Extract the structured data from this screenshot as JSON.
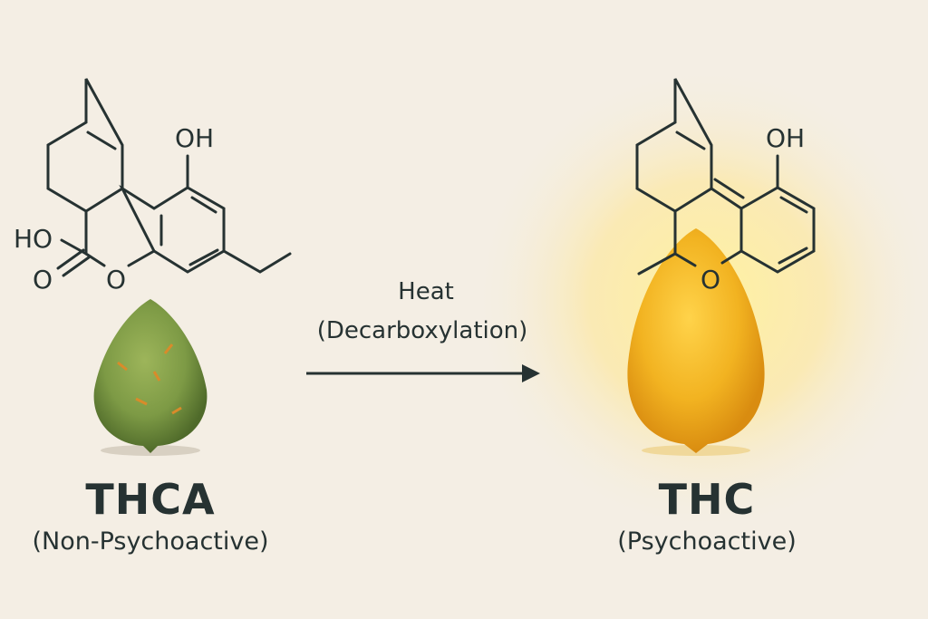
{
  "left": {
    "name": "THCA",
    "description": "(Non-Psychoactive)",
    "atoms": {
      "oh": "OH",
      "ho": "HO",
      "o_carbonyl": "O",
      "o_ring": "O"
    }
  },
  "right": {
    "name": "THC",
    "description": "(Psychoactive)",
    "atoms": {
      "oh": "OH",
      "o_ring": "O"
    }
  },
  "process": {
    "line1": "Heat",
    "line2": "(Decarboxylation)"
  },
  "colors": {
    "background": "#f4eee4",
    "ink": "#263232",
    "glow": "#fde58a",
    "bud_green": "#7d9a45",
    "bud_gold": "#f2b321"
  }
}
